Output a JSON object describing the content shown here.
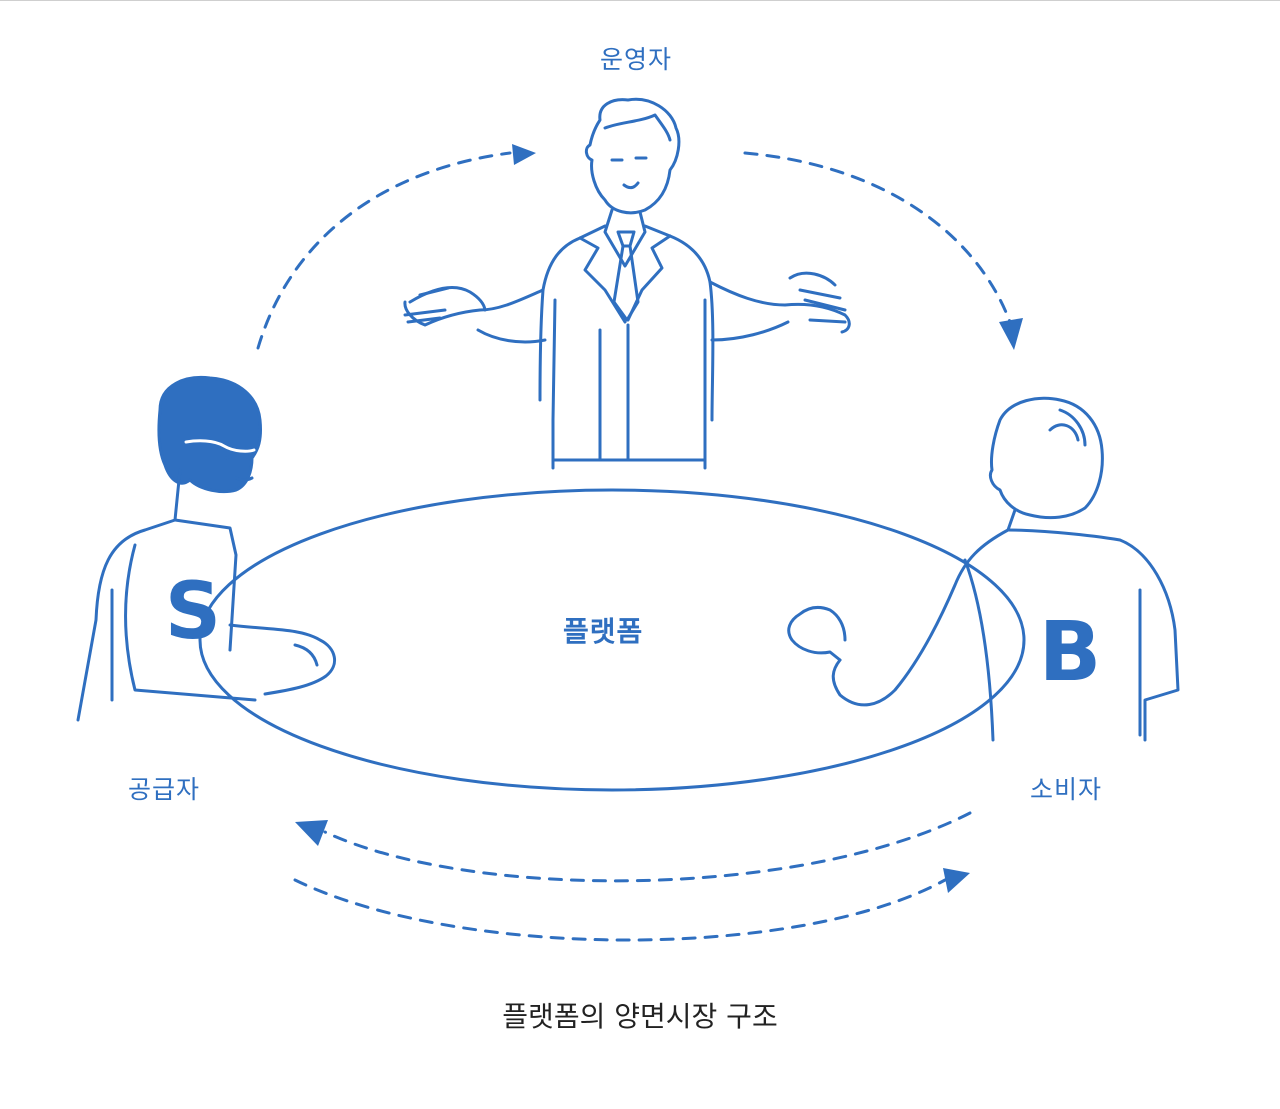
{
  "roles": {
    "operator": "운영자",
    "supplier": "공급자",
    "consumer": "소비자"
  },
  "platform_label": "플랫폼",
  "shirt_letters": {
    "supplier": "S",
    "consumer": "B"
  },
  "caption": "플랫폼의 양면시장 구조",
  "colors": {
    "line": "#2f6fc0",
    "caption": "#222222",
    "background": "#ffffff"
  },
  "icons": [
    "operator-figure-icon",
    "supplier-figure-icon",
    "consumer-figure-icon",
    "flow-arrow-icon"
  ]
}
